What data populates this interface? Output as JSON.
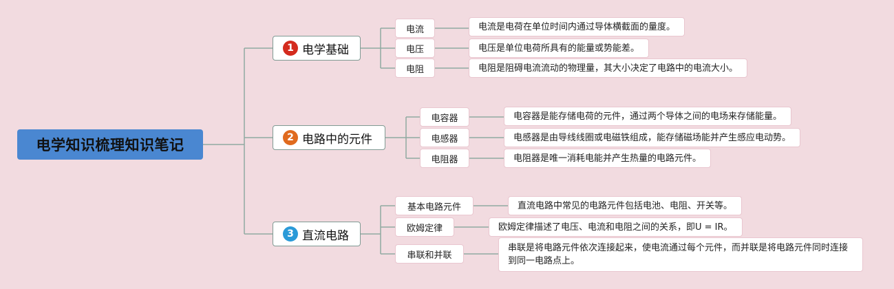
{
  "root": {
    "label": "电学知识梳理知识笔记"
  },
  "branches": [
    {
      "number": "1",
      "label": "电学基础",
      "badge_color": "#d42b1e",
      "items": [
        {
          "term": "电流",
          "desc": "电流是电荷在单位时间内通过导体横截面的量度。"
        },
        {
          "term": "电压",
          "desc": "电压是单位电荷所具有的能量或势能差。"
        },
        {
          "term": "电阻",
          "desc": "电阻是阻碍电流流动的物理量，其大小决定了电路中的电流大小。"
        }
      ]
    },
    {
      "number": "2",
      "label": "电路中的元件",
      "badge_color": "#e06a1e",
      "items": [
        {
          "term": "电容器",
          "desc": "电容器是能存储电荷的元件，通过两个导体之间的电场来存储能量。"
        },
        {
          "term": "电感器",
          "desc": "电感器是由导线线圈或电磁铁组成，能存储磁场能并产生感应电动势。"
        },
        {
          "term": "电阻器",
          "desc": "电阻器是唯一消耗电能并产生热量的电路元件。"
        }
      ]
    },
    {
      "number": "3",
      "label": "直流电路",
      "badge_color": "#2a9ad8",
      "items": [
        {
          "term": "基本电路元件",
          "desc": "直流电路中常见的电路元件包括电池、电阻、开关等。"
        },
        {
          "term": "欧姆定律",
          "desc": "欧姆定律描述了电压、电流和电阻之间的关系，即U = IR。"
        },
        {
          "term": "串联和并联",
          "desc": "串联是将电路元件依次连接起来，使电流通过每个元件，而并联是将电路元件同时连接到同一电路点上。"
        }
      ]
    }
  ],
  "colors": {
    "background": "#f2dbe0",
    "root_fill": "#4a87d1",
    "connector": "#8fa9a1"
  }
}
